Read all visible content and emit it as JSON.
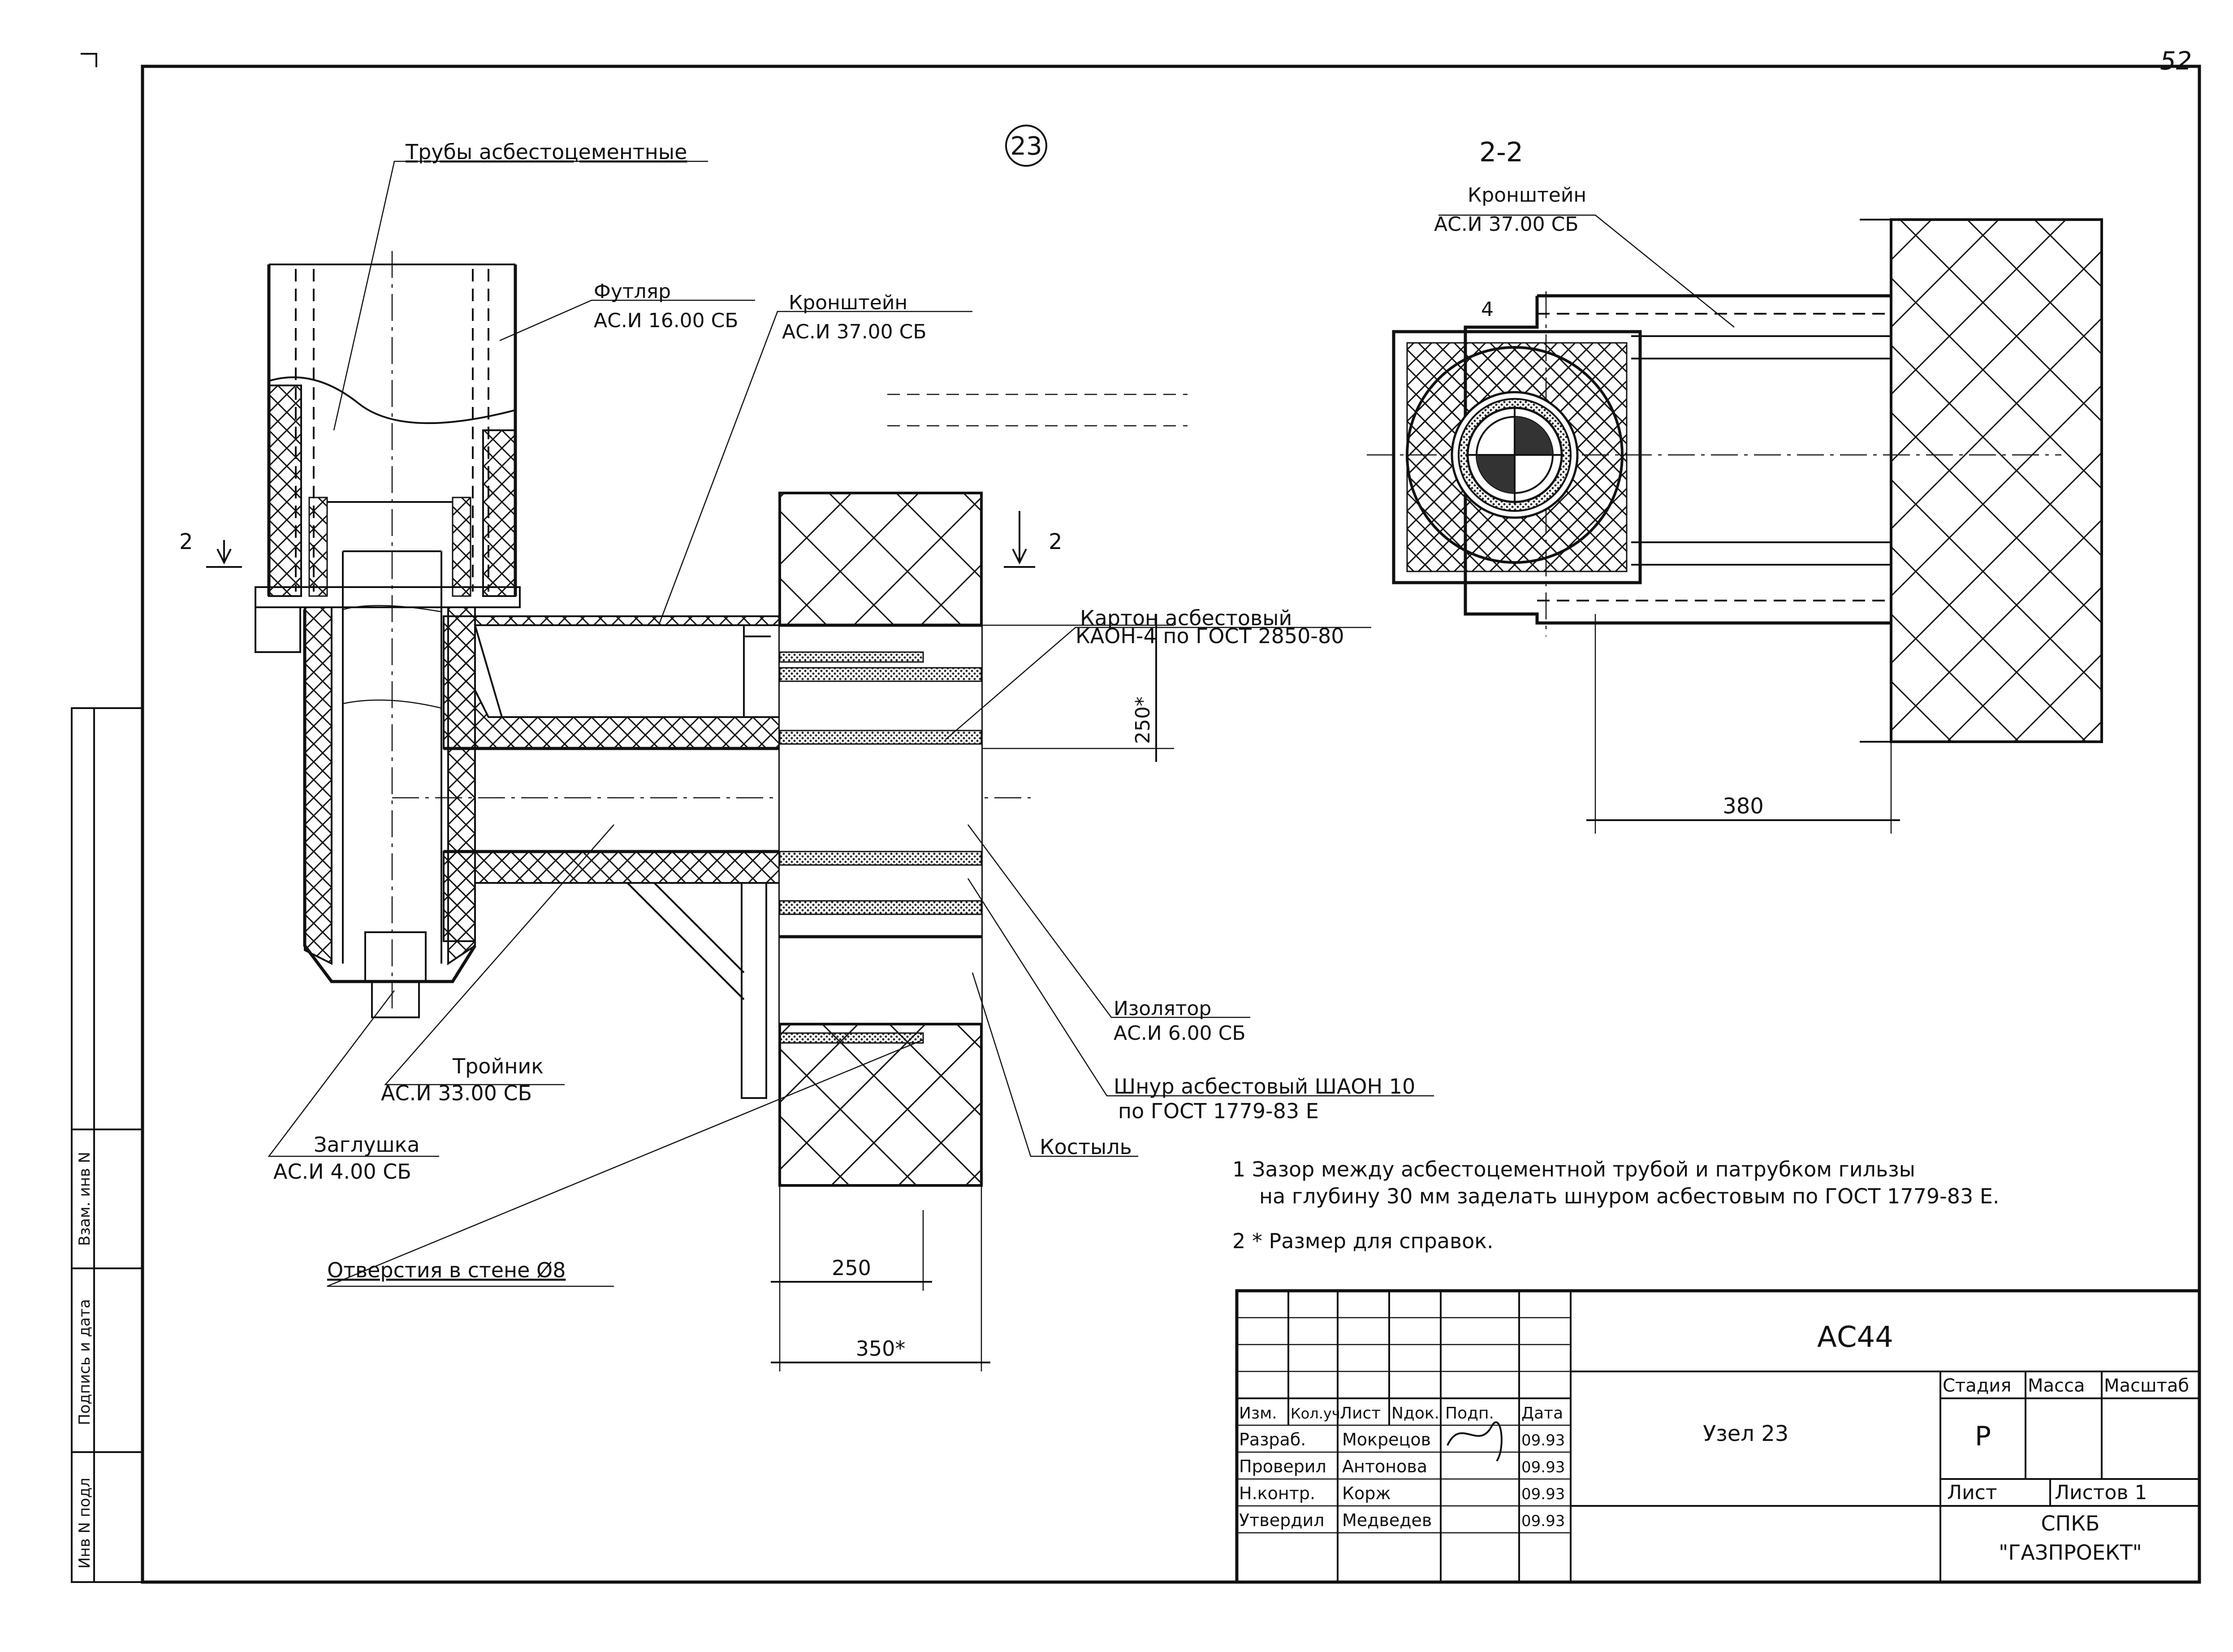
{
  "sheet": {
    "page_number": "52",
    "node_marker": "23",
    "section_label": "2-2",
    "section_mark_left": "2",
    "section_mark_right": "2"
  },
  "callouts": {
    "pipes": "Трубы асбестоцементные",
    "sleeve_name": "Футляр",
    "sleeve_code": "АС.И 16.00 СБ",
    "bracket_name": "Кронштейн",
    "bracket_code": "АС.И 37.00 СБ",
    "cardboard_name": "Картон асбестовый",
    "cardboard_spec": "КАОН-4 по ГОСТ 2850-80",
    "insulator_name": "Изолятор",
    "insulator_code": "АС.И 6.00 СБ",
    "cord_name": "Шнур асбестовый ШАОН 10",
    "cord_spec": "по ГОСТ 1779-83 Е",
    "spike": "Костыль",
    "tee_name": "Тройник",
    "tee_code": "АС.И 33.00 СБ",
    "plug_name": "Заглушка",
    "plug_code": "АС.И 4.00 СБ",
    "holes": "Отверстия в стене Ø8",
    "section_bracket_name": "Кронштейн",
    "section_bracket_code": "АС.И 37.00 СБ",
    "section_pos": "4"
  },
  "dimensions": {
    "d250_vertical": "250*",
    "d250": "250",
    "d350": "350*",
    "d380": "380"
  },
  "notes": {
    "note1_line1": "1 Зазор между асбестоцементной трубой и патрубком гильзы",
    "note1_line2": "на глубину 30 мм заделать шнуром асбестовым по ГОСТ 1779-83 Е.",
    "note2": "2 * Размер для справок."
  },
  "side_stamp": {
    "inv_podl": "Инв N подл",
    "sign_date": "Подпись и дата",
    "vzam_inv": "Взам. инв N"
  },
  "title_block": {
    "doc_code": "АС44",
    "title": "Узел 23",
    "hdr_izm": "Изм.",
    "hdr_koluch": "Кол.уч.",
    "hdr_list": "Лист",
    "hdr_ndok": "Nдок.",
    "hdr_podp": "Подп.",
    "hdr_data": "Дата",
    "rows": [
      {
        "role": "Разраб.",
        "name": "Мокрецов",
        "date": "09.93"
      },
      {
        "role": "Проверил",
        "name": "Антонова",
        "date": "09.93"
      },
      {
        "role": "Н.контр.",
        "name": "Корж",
        "date": "09.93"
      },
      {
        "role": "Утвердил",
        "name": "Медведев",
        "date": "09.93"
      }
    ],
    "stage_label": "Стадия",
    "mass_label": "Масса",
    "scale_label": "Масштаб",
    "stage_value": "Р",
    "sheet_label": "Лист",
    "sheets_label": "Листов 1",
    "org_line1": "СПКБ",
    "org_line2": "\"ГАЗПРОЕКТ\""
  }
}
